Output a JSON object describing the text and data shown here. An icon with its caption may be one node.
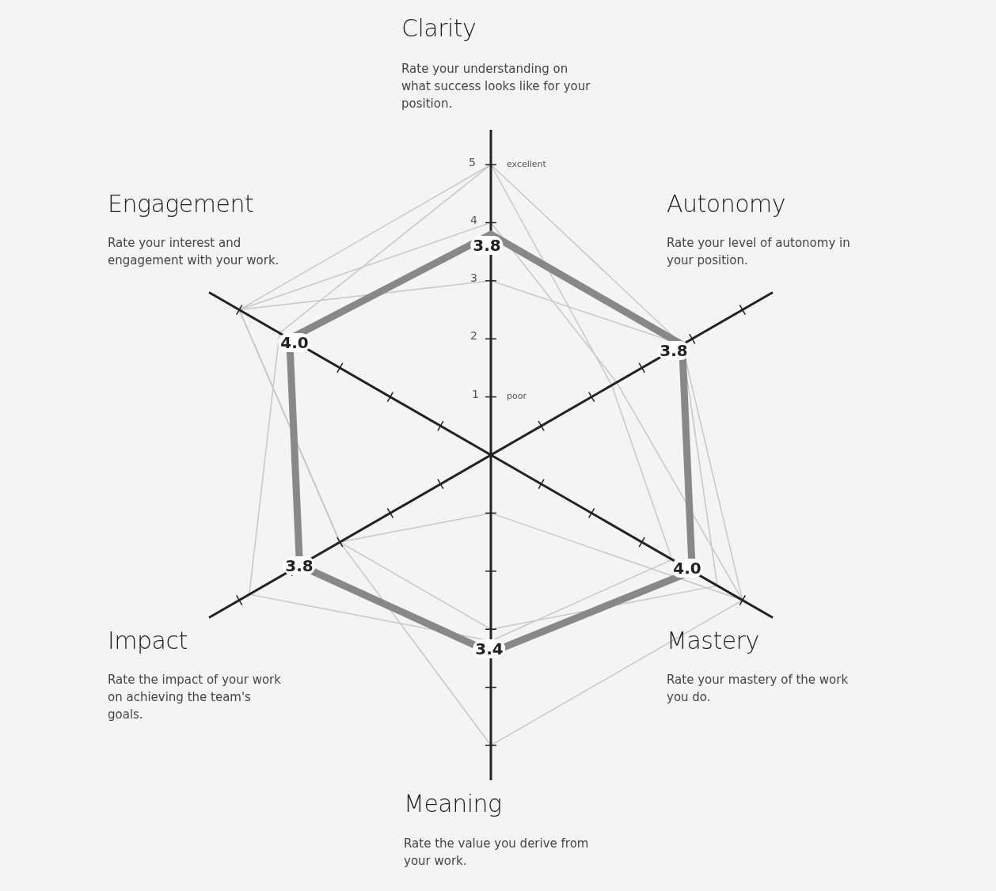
{
  "diagram": {
    "labels": [
      "Clarity",
      "Rate your understanding on what success looks like for your position.",
      "5",
      "excellent",
      "Engagement",
      "Rate your interest and engagement with your work.",
      "4",
      "3.8",
      "Autonomy",
      "Rate your level of autonomy in your position.",
      "3",
      "2",
      "4.0",
      "3.8",
      "1",
      "poor",
      "4.0",
      "3.8",
      "Impact",
      "Rate the impact of your work on achieving the team's goals.",
      "Mastery",
      "Rate your mastery of the work you do.",
      "3.4",
      "Meaning",
      "Rate the value you derive from your work."
    ]
  }
}
